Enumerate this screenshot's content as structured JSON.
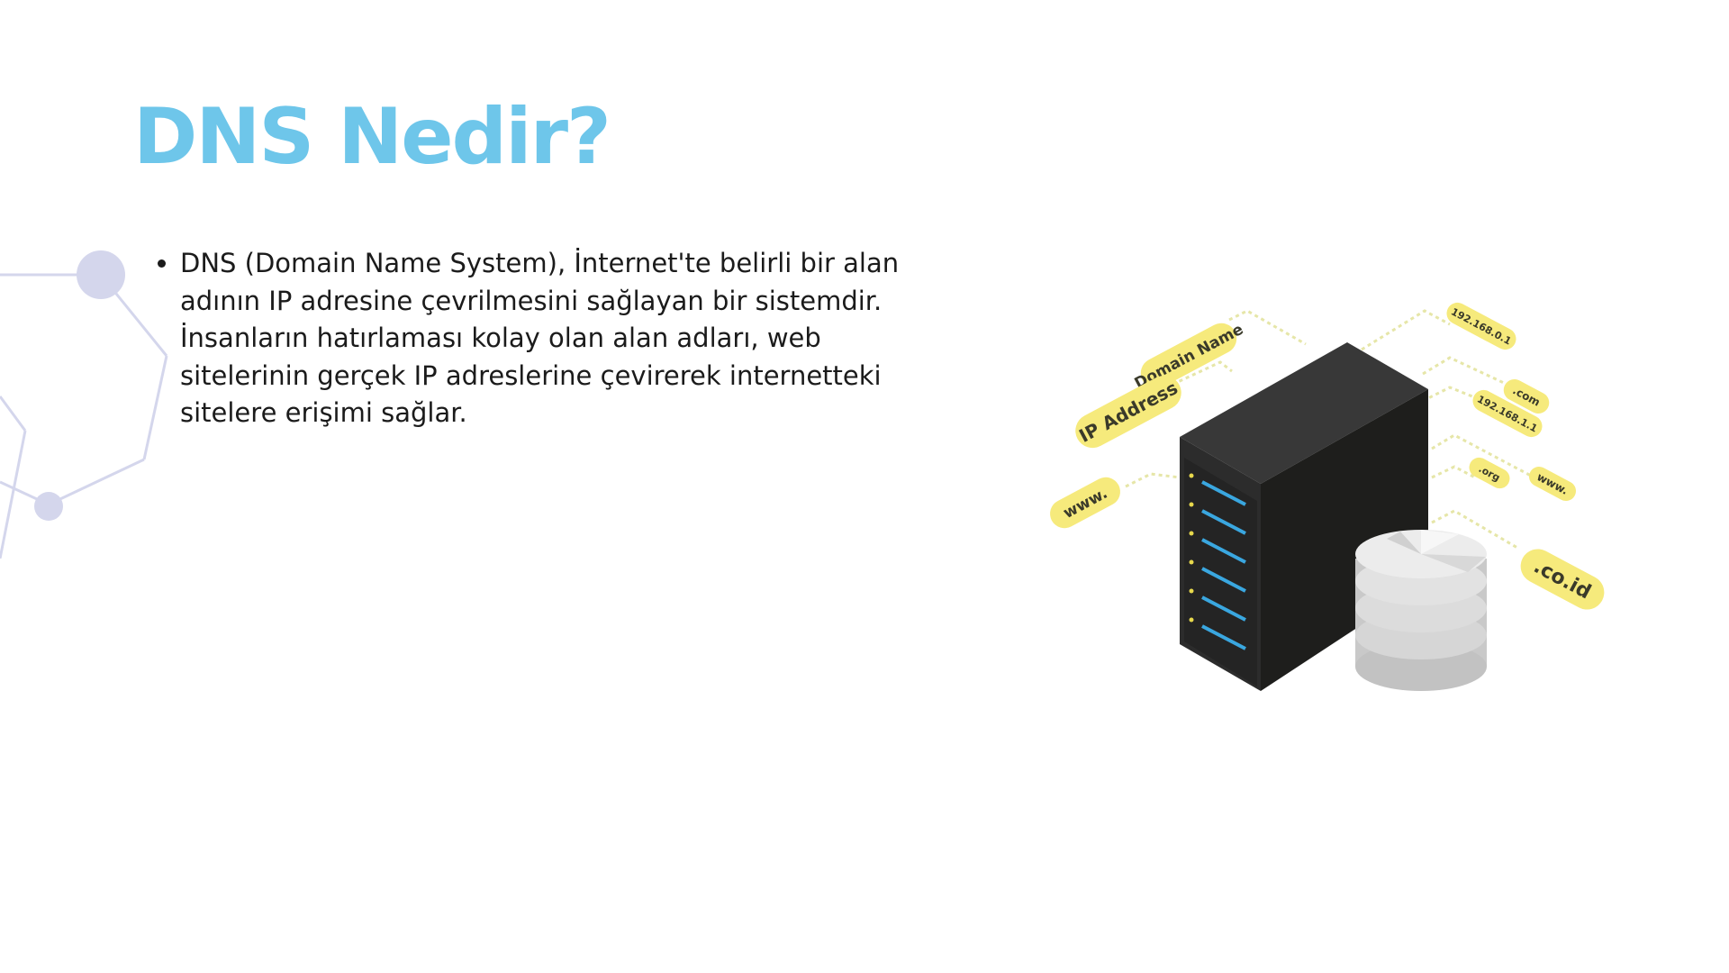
{
  "slide": {
    "title": "DNS Nedir?",
    "bullets": [
      "DNS (Domain Name System), İnternet'te belirli bir alan adının IP adresine çevrilmesini sağlayan bir sistemdir. İnsanların hatırlaması kolay olan alan adları, web sitelerinin gerçek IP adreslerine çevirerek internetteki sitelere erişimi sağlar."
    ]
  },
  "illustration": {
    "tags": {
      "domain_name": "Domain Name",
      "ip_address": "IP Address",
      "www_left": "www.",
      "ip_1": "192.168.0.1",
      "com": ".com",
      "ip_2": "192.168.1.1",
      "org": ".org",
      "www_right": "www.",
      "coid": ".co.id"
    }
  },
  "colors": {
    "title": "#6ec6ea",
    "body_text": "#1b1b1b",
    "network_deco": "#d4d6ec",
    "tag_fill": "#f6ea7c",
    "server_dark": "#2b2b2b",
    "led_blue": "#3aa7e0",
    "database_gray": "#d9d9d9"
  }
}
